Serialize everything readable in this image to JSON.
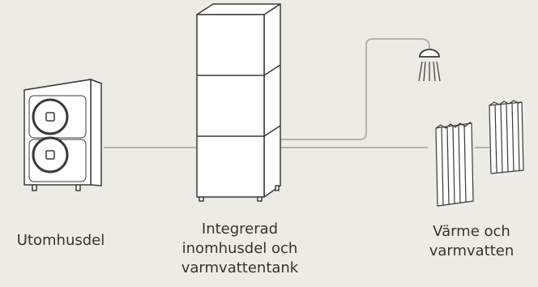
{
  "labels": {
    "outdoor_unit": "Utomhusdel",
    "indoor_unit": "Integrerad\ninomhusdel och\nvarmvattentank",
    "heating": "Värme och\nvarmvatten"
  },
  "colors": {
    "background": "#ecebe6",
    "line": "#b3b3b0",
    "outline": "#3a3a3a",
    "fill": "#ffffff",
    "text": "#333333"
  },
  "icons": [
    "outdoor-heat-pump-icon",
    "indoor-tank-unit-icon",
    "shower-icon",
    "radiator-icon"
  ]
}
